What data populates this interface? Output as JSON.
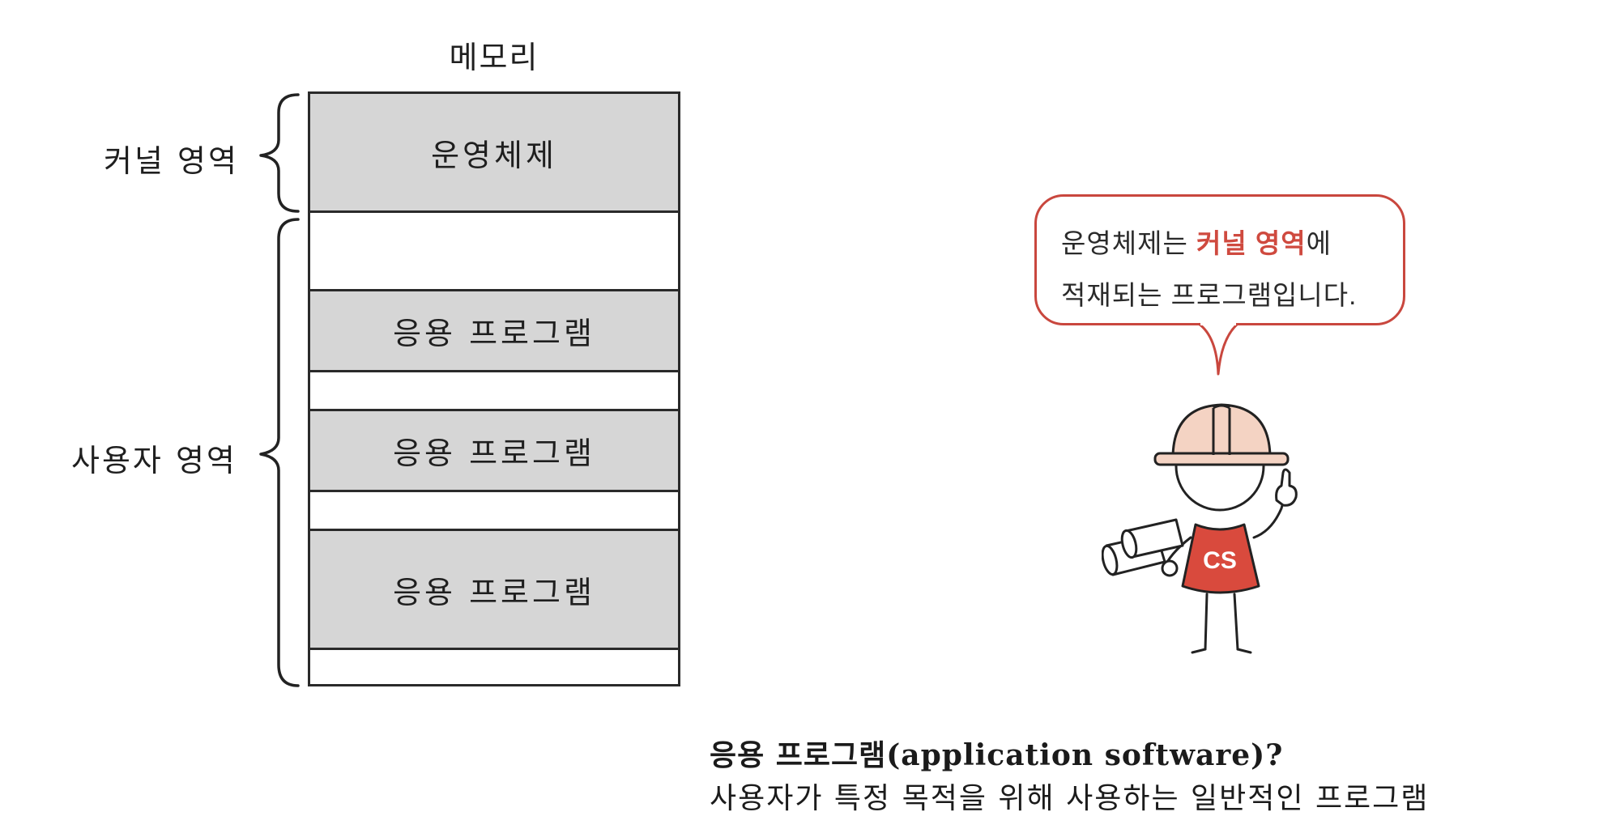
{
  "memory": {
    "title": "메모리",
    "kernel_region_label": "커널 영역",
    "user_region_label": "사용자 영역",
    "blocks": {
      "os": "운영체제",
      "app1": "응용 프로그램",
      "app2": "응용 프로그램",
      "app3": "응용 프로그램"
    }
  },
  "bubble": {
    "line1_before": "운영체제는 ",
    "line1_highlight": "커널 영역",
    "line1_after": "에",
    "line2": "적재되는 프로그램입니다."
  },
  "character": {
    "shirt_text": "CS"
  },
  "definition": {
    "term": "응용 프로그램(application software)?",
    "description": "사용자가 특정 목적을 위해 사용하는 일반적인 프로그램"
  },
  "colors": {
    "accent": "#cf4a3f",
    "block_gray": "#d6d6d6",
    "helmet": "#f4d3c3",
    "shirt": "#d94a3d"
  }
}
